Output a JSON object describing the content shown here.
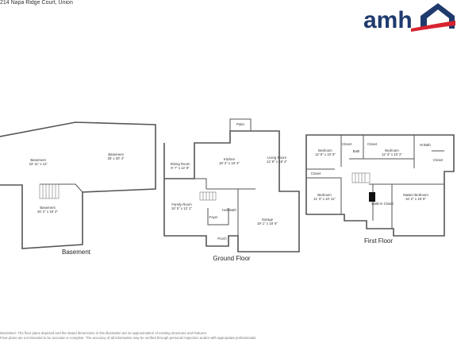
{
  "header": {
    "address": "214 Napa Ridge Court, Union"
  },
  "brand": {
    "logo_text": "amh",
    "primary_color": "#1f3a6d",
    "accent_color": "#d92330"
  },
  "floors": {
    "basement": {
      "label": "Basement",
      "rooms": [
        {
          "name": "Basement",
          "dims": "23' 11\" x 14'"
        },
        {
          "name": "Basement",
          "dims": "25' x 20' 4\""
        },
        {
          "name": "Basement",
          "dims": "26' 2\" x 18' 2\""
        }
      ]
    },
    "ground": {
      "label": "Ground Floor",
      "rooms": [
        {
          "name": "Patio",
          "dims": ""
        },
        {
          "name": "Dining Room",
          "dims": "9' 7\" x 12' 8\""
        },
        {
          "name": "Kitchen",
          "dims": "18' 2\" x 18' 4\""
        },
        {
          "name": "Living Room",
          "dims": "12' 8\" x 18' 4\""
        },
        {
          "name": "Family Room",
          "dims": "10' 5\" x 12' 1\""
        },
        {
          "name": "Foyer",
          "dims": ""
        },
        {
          "name": "Half Bath",
          "dims": ""
        },
        {
          "name": "Porch",
          "dims": ""
        },
        {
          "name": "Garage",
          "dims": "19' 1\" x 18' 6\""
        }
      ]
    },
    "first": {
      "label": "First Floor",
      "rooms": [
        {
          "name": "Bedroom",
          "dims": "12' 5\" x 10' 8\""
        },
        {
          "name": "Closet",
          "dims": ""
        },
        {
          "name": "Bath",
          "dims": ""
        },
        {
          "name": "Closet",
          "dims": ""
        },
        {
          "name": "Bedroom",
          "dims": "12' 3\" x 10' 2\""
        },
        {
          "name": "M Bath",
          "dims": ""
        },
        {
          "name": "Closet",
          "dims": ""
        },
        {
          "name": "Closet",
          "dims": ""
        },
        {
          "name": "Bedroom",
          "dims": "11' 3\" x 10' 11\""
        },
        {
          "name": "Walk-in Closet",
          "dims": ""
        },
        {
          "name": "Master Bedroom",
          "dims": "16' 2\" x 19' 6\""
        }
      ]
    }
  },
  "disclaimer": {
    "line1": "Disclaimer: The floor plans depicted and the stated dimensions in this illustration are an approximation of existing structures and features.",
    "line2": "Floor plans are not intended to be accurate or complete. The accuracy of all information may be verified through personal inspection and/or with appropriate professionals."
  }
}
